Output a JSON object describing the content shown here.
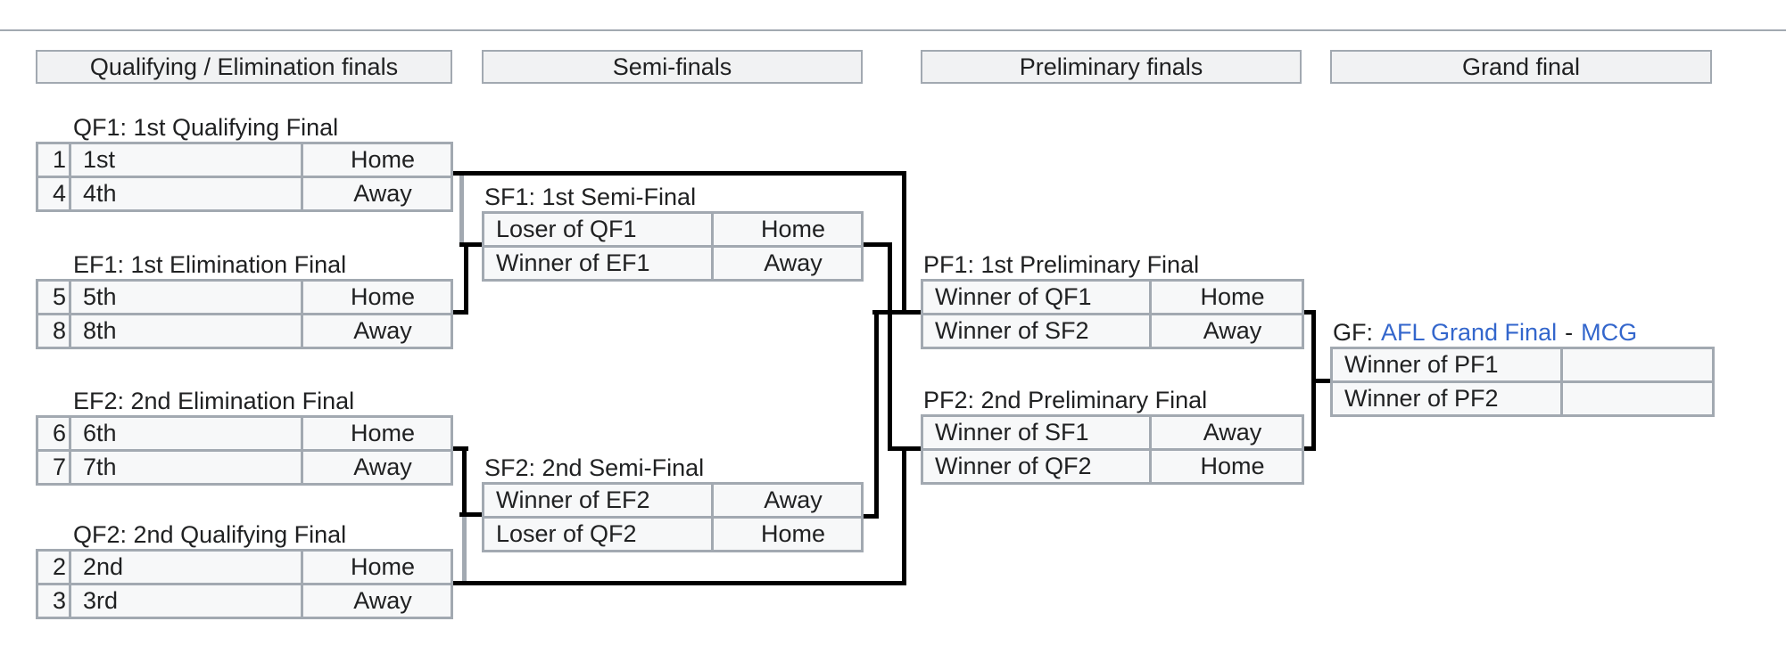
{
  "colors": {
    "background": "#ffffff",
    "table_border": "#a2a9b1",
    "cell_background": "#f7f8f9",
    "seed_cell_background": "#f0f1f3",
    "header_background": "#f1f2f3",
    "connector_black": "#000000",
    "connector_gray": "#a2a9b1",
    "link_blue": "#3366cc",
    "text": "#202122"
  },
  "header": {
    "columns": [
      {
        "label": "Qualifying / Elimination finals"
      },
      {
        "label": "Semi-finals"
      },
      {
        "label": "Preliminary finals"
      },
      {
        "label": "Grand final"
      }
    ]
  },
  "brackets": {
    "qf1": {
      "title": "QF1: 1st Qualifying Final",
      "rows": [
        {
          "seed": "1",
          "team": "1st",
          "venue": "Home"
        },
        {
          "seed": "4",
          "team": "4th",
          "venue": "Away"
        }
      ]
    },
    "ef1": {
      "title": "EF1: 1st Elimination Final",
      "rows": [
        {
          "seed": "5",
          "team": "5th",
          "venue": "Home"
        },
        {
          "seed": "8",
          "team": "8th",
          "venue": "Away"
        }
      ]
    },
    "ef2": {
      "title": "EF2: 2nd Elimination Final",
      "rows": [
        {
          "seed": "6",
          "team": "6th",
          "venue": "Home"
        },
        {
          "seed": "7",
          "team": "7th",
          "venue": "Away"
        }
      ]
    },
    "qf2": {
      "title": "QF2: 2nd Qualifying Final",
      "rows": [
        {
          "seed": "2",
          "team": "2nd",
          "venue": "Home"
        },
        {
          "seed": "3",
          "team": "3rd",
          "venue": "Away"
        }
      ]
    },
    "sf1": {
      "title": "SF1: 1st Semi-Final",
      "rows": [
        {
          "team": "Loser of QF1",
          "venue": "Home"
        },
        {
          "team": "Winner of EF1",
          "venue": "Away"
        }
      ]
    },
    "sf2": {
      "title": "SF2: 2nd Semi-Final",
      "rows": [
        {
          "team": "Winner of EF2",
          "venue": "Away"
        },
        {
          "team": "Loser of QF2",
          "venue": "Home"
        }
      ]
    },
    "pf1": {
      "title": "PF1: 1st Preliminary Final",
      "rows": [
        {
          "team": "Winner of QF1",
          "venue": "Home"
        },
        {
          "team": "Winner of SF2",
          "venue": "Away"
        }
      ]
    },
    "pf2": {
      "title": "PF2: 2nd Preliminary Final",
      "rows": [
        {
          "team": "Winner of SF1",
          "venue": "Away"
        },
        {
          "team": "Winner of QF2",
          "venue": "Home"
        }
      ]
    },
    "gf": {
      "title_prefix": "GF:",
      "link_final": "AFL Grand Final",
      "separator": "-",
      "link_venue": "MCG",
      "rows": [
        {
          "team": "Winner of PF1",
          "venue": ""
        },
        {
          "team": "Winner of PF2",
          "venue": ""
        }
      ]
    }
  }
}
